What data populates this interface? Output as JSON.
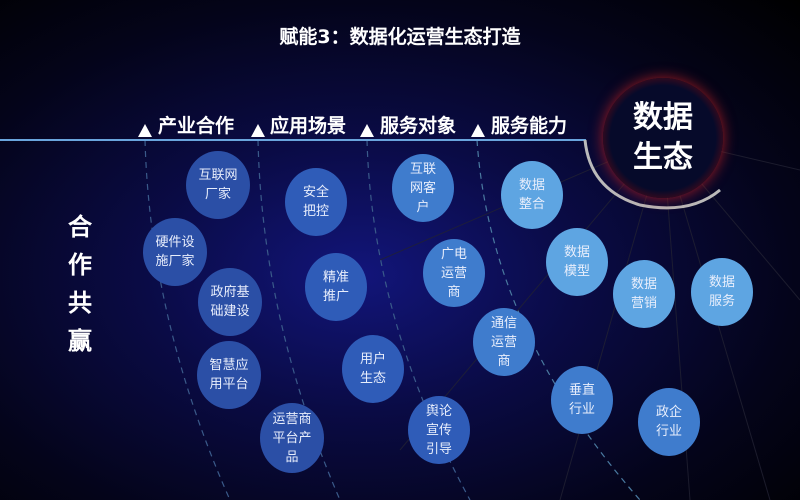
{
  "title": "赋能3：数据化运营生态打造",
  "side_label": "合作共赢",
  "core": {
    "line1": "数据",
    "line2": "生态"
  },
  "columns": [
    {
      "header": "产业合作",
      "items": [
        "互联网厂家",
        "硬件设施厂家",
        "政府基础建设",
        "智慧应用平台",
        "运营商平台产品"
      ]
    },
    {
      "header": "应用场景",
      "items": [
        "安全把控",
        "精准推广",
        "用户生态",
        "舆论宣传引导"
      ]
    },
    {
      "header": "服务对象",
      "items": [
        "互联网客户",
        "广电运营商",
        "通信运营商",
        "垂直行业",
        "政企行业"
      ]
    },
    {
      "header": "服务能力",
      "items": [
        "数据整合",
        "数据模型",
        "数据营销",
        "数据服务"
      ]
    }
  ]
}
